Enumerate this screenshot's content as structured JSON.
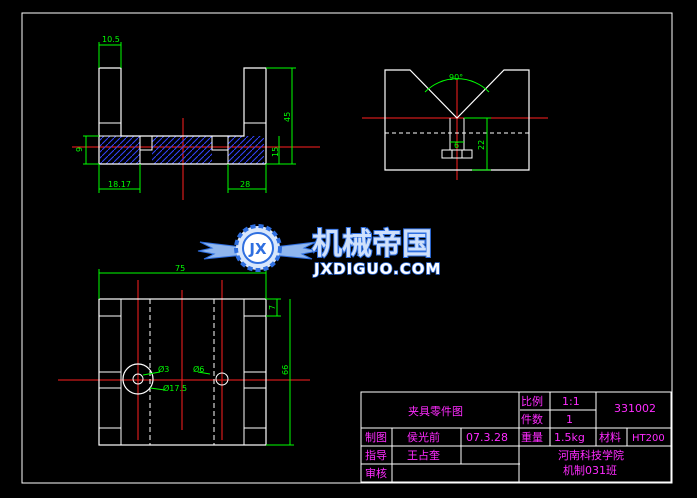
{
  "drawing": {
    "dimensions": {
      "top_width": "10.5",
      "left_height": "9",
      "right_height": "45",
      "right_low": "15",
      "bottom_left": "18.17",
      "bottom_right": "28",
      "angle": "90°",
      "v_slot_w": "6",
      "v_slot_h": "22",
      "plan_width": "75",
      "plan_top": "7",
      "plan_height": "66",
      "hole_small_a": "Ø3",
      "hole_large": "Ø17.5",
      "hole_small_b": "Ø6"
    },
    "watermark": {
      "logo_letters": "JX",
      "cn_text": "机械帝国",
      "url_text": "JXDIGUO.COM"
    },
    "title_block": {
      "title": "夹具零件图",
      "scale_label": "比例",
      "scale_value": "1:1",
      "qty_label": "件数",
      "qty_value": "1",
      "drawing_no": "331002",
      "drawn_label": "制图",
      "drawn_name": "侯光前",
      "date": "07.3.28",
      "weight_label": "重量",
      "weight_value": "1.5kg",
      "material_label": "材料",
      "material_value": "HT200",
      "guide_label": "指导",
      "guide_name": "王占奎",
      "review_label": "审核",
      "school": "河南科技学院",
      "class": "机制031班"
    }
  },
  "colors": {
    "background": "#000000",
    "outline": "#ffffff",
    "dimension": "#00ff00",
    "center": "#ff2020",
    "hatch": "#3344ff",
    "title": "#ff2bff",
    "watermark_blue": "#2f6fe0"
  }
}
